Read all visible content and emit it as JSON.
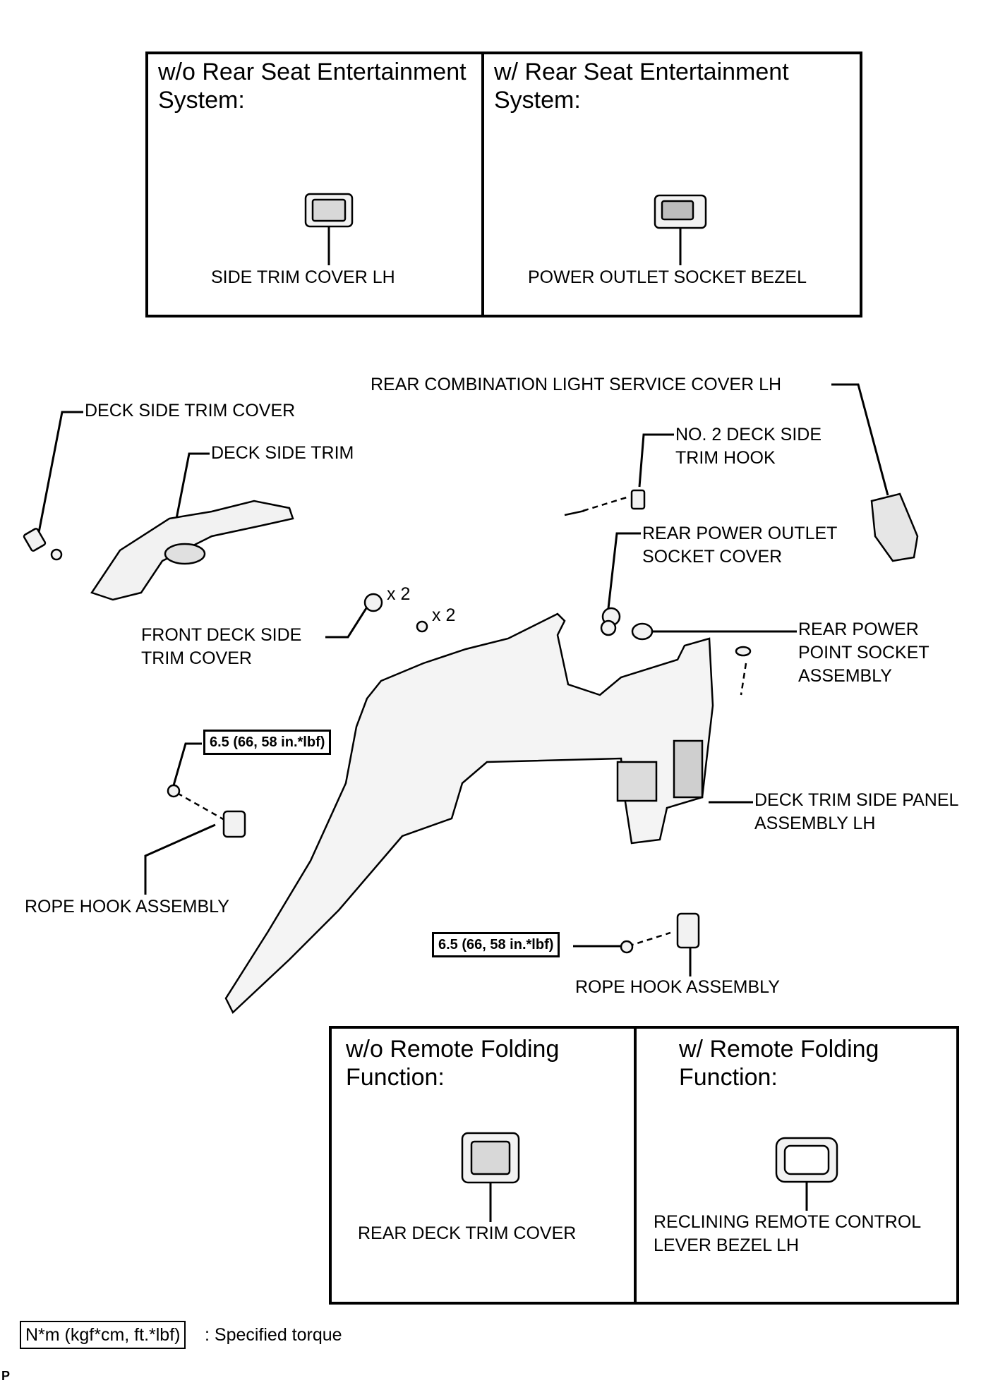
{
  "top_panels": {
    "left_title": "w/o Rear Seat Entertainment\nSystem:",
    "right_title": "w/ Rear Seat Entertainment\nSystem:",
    "left_part": "SIDE TRIM COVER LH",
    "right_part": "POWER OUTLET SOCKET BEZEL"
  },
  "labels": {
    "deck_side_trim_cover": "DECK SIDE TRIM COVER",
    "deck_side_trim": "DECK SIDE TRIM",
    "rear_combination_light_cover": "REAR COMBINATION LIGHT SERVICE COVER LH",
    "no2_hook": "NO. 2 DECK SIDE\nTRIM HOOK",
    "rear_power_outlet_cover": "REAR POWER OUTLET\nSOCKET COVER",
    "front_deck_side_trim_cover": "FRONT DECK SIDE\nTRIM COVER",
    "qty1": "x 2",
    "qty2": "x 2",
    "rear_power_point": "REAR POWER\nPOINT SOCKET\nASSEMBLY",
    "deck_trim_side_panel": "DECK TRIM SIDE PANEL\nASSEMBLY LH",
    "rope_hook_left": "ROPE HOOK ASSEMBLY",
    "rope_hook_right": "ROPE HOOK ASSEMBLY"
  },
  "torque": {
    "left": "6.5 (66, 58 in.*lbf)",
    "right": "6.5 (66, 58 in.*lbf)"
  },
  "bottom_panels": {
    "left_title": "w/o Remote Folding\nFunction:",
    "right_title": "w/ Remote Folding\nFunction:",
    "left_part": "REAR DECK TRIM COVER",
    "right_part": "RECLINING REMOTE CONTROL\nLEVER BEZEL LH"
  },
  "legend": {
    "key": "N*m (kgf*cm, ft.*lbf)",
    "text": ": Specified torque"
  },
  "figure_id": "P"
}
